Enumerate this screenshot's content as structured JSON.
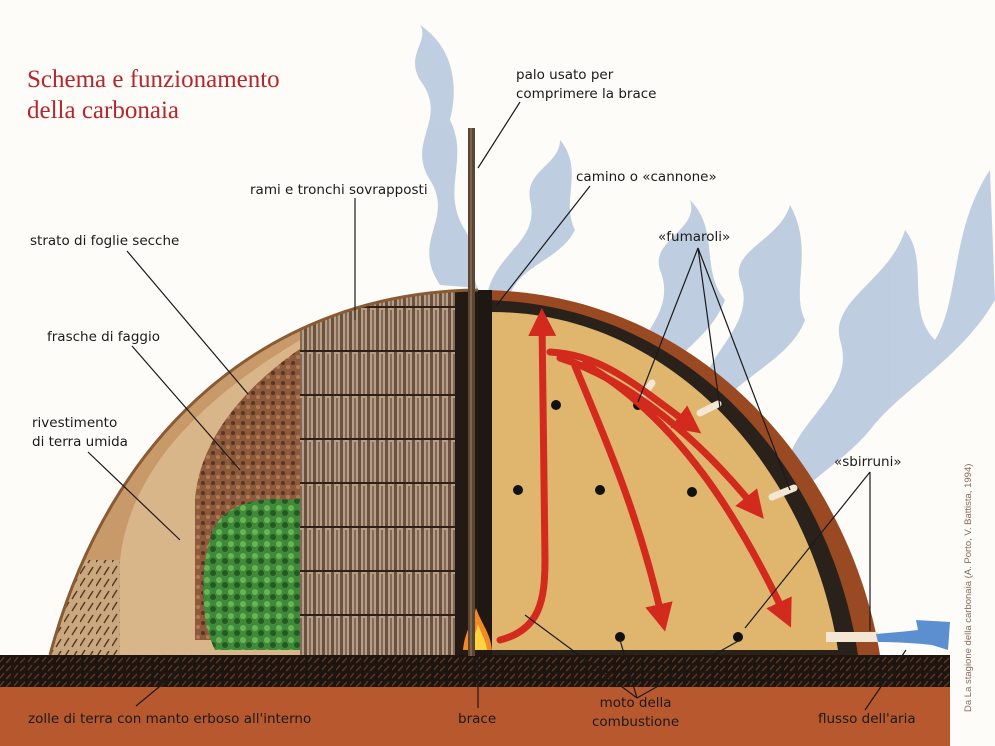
{
  "title": {
    "line1": "Schema e funzionamento",
    "line2": "della carbonaia"
  },
  "labels": {
    "palo": [
      "palo usato per",
      "comprimere la brace"
    ],
    "rami": "rami e tronchi sovrapposti",
    "camino": "camino o «cannone»",
    "fumaroli": "«fumaroli»",
    "foglie": "strato di foglie secche",
    "frasche": "frasche di faggio",
    "rivestimento": [
      "rivestimento",
      "di terra umida"
    ],
    "sbirruni": "«sbirruni»",
    "zolle": "zolle di terra con manto erboso all'interno",
    "brace": "brace",
    "moto": [
      "moto della",
      "combustione"
    ],
    "flusso": "flusso dell'aria"
  },
  "credit": "Da La stagione della carbonaia (A. Porto, V. Battista, 1994)",
  "colors": {
    "title": "#b8262b",
    "earth_brown": "#9a4a22",
    "inner_fill": "#e0b56e",
    "combustion_arrow": "#d32a1e",
    "air_arrow": "#5b8fd0",
    "smoke": "#a9bfd8"
  }
}
